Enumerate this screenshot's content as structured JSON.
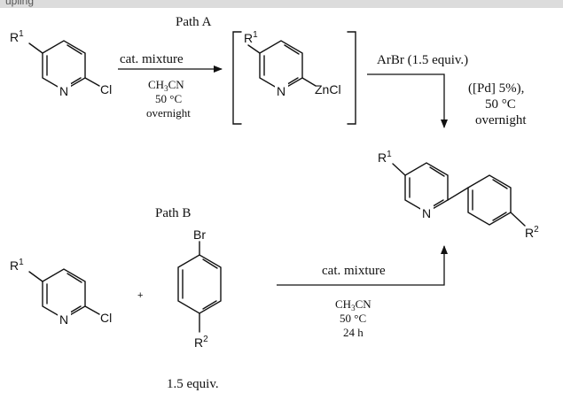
{
  "header": {
    "text": "upling"
  },
  "path_a": {
    "label": "Path A",
    "step1_reagent": "cat. mixture",
    "step1_solvent_main": "CH",
    "step1_solvent_sub": "3",
    "step1_solvent_tail": "CN",
    "step1_temp": "50 °C",
    "step1_time": "overnight",
    "step2_reagent": "ArBr (1.5 equiv.)",
    "step2_catalyst": "([Pd] 5%),",
    "step2_temp": "50 °C",
    "step2_time": "overnight"
  },
  "path_b": {
    "label": "Path B",
    "plus": "+",
    "reagent": "cat. mixture",
    "solvent_main": "CH",
    "solvent_sub": "3",
    "solvent_tail": "CN",
    "temp": "50 °C",
    "time": "24 h",
    "equiv_note": "1.5 equiv."
  },
  "molecules": {
    "r_letter": "R",
    "r1_index": "1",
    "r2_index": "2",
    "n_atom": "N",
    "cl_atom": "Cl",
    "zncl_group": "ZnCl",
    "br_atom": "Br"
  },
  "colors": {
    "ink": "#111111",
    "header_bg": "#dcdcdc"
  }
}
